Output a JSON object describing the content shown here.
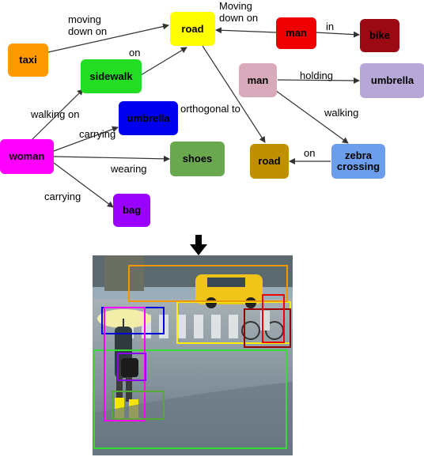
{
  "nodes": {
    "road_top": {
      "label": "road",
      "color": "#ffff00"
    },
    "man_top": {
      "label": "man",
      "color": "#ee0000"
    },
    "bike": {
      "label": "bike",
      "color": "#9b0a13"
    },
    "taxi": {
      "label": "taxi",
      "color": "#ff9900"
    },
    "sidewalk": {
      "label": "sidewalk",
      "color": "#22dd22"
    },
    "man_right": {
      "label": "man",
      "color": "#d9aabb"
    },
    "umbrella_right": {
      "label": "umbrella",
      "color": "#b7a7d6"
    },
    "umbrella_left": {
      "label": "umbrella",
      "color": "#0000ee"
    },
    "woman": {
      "label": "woman",
      "color": "#ff00ff"
    },
    "shoes": {
      "label": "shoes",
      "color": "#6aa84f"
    },
    "road_right": {
      "label": "road",
      "color": "#c09000"
    },
    "zebra_crossing": {
      "label": "zebra crossing",
      "color": "#6d9eeb"
    },
    "bag": {
      "label": "bag",
      "color": "#9900ff"
    }
  },
  "edges": {
    "moving_down_on": "moving down on",
    "moving_down_on_cap": "Moving down on",
    "in": "in",
    "on": "on",
    "holding": "holding",
    "walking_on": "walking on",
    "orthogonal_to": "orthogonal to",
    "carrying": "carrying",
    "walking": "walking",
    "wearing": "wearing"
  },
  "colors": {
    "arrow": "#333333",
    "box_green": "#33dd33",
    "box_yellow": "#ffee00",
    "box_blue": "#0000dd",
    "box_purple": "#8800ee",
    "box_magenta": "#ff00ff",
    "box_orange": "#ee9900",
    "box_darkred": "#990000",
    "box_red": "#ee0000",
    "box_olive": "#55aa33"
  }
}
